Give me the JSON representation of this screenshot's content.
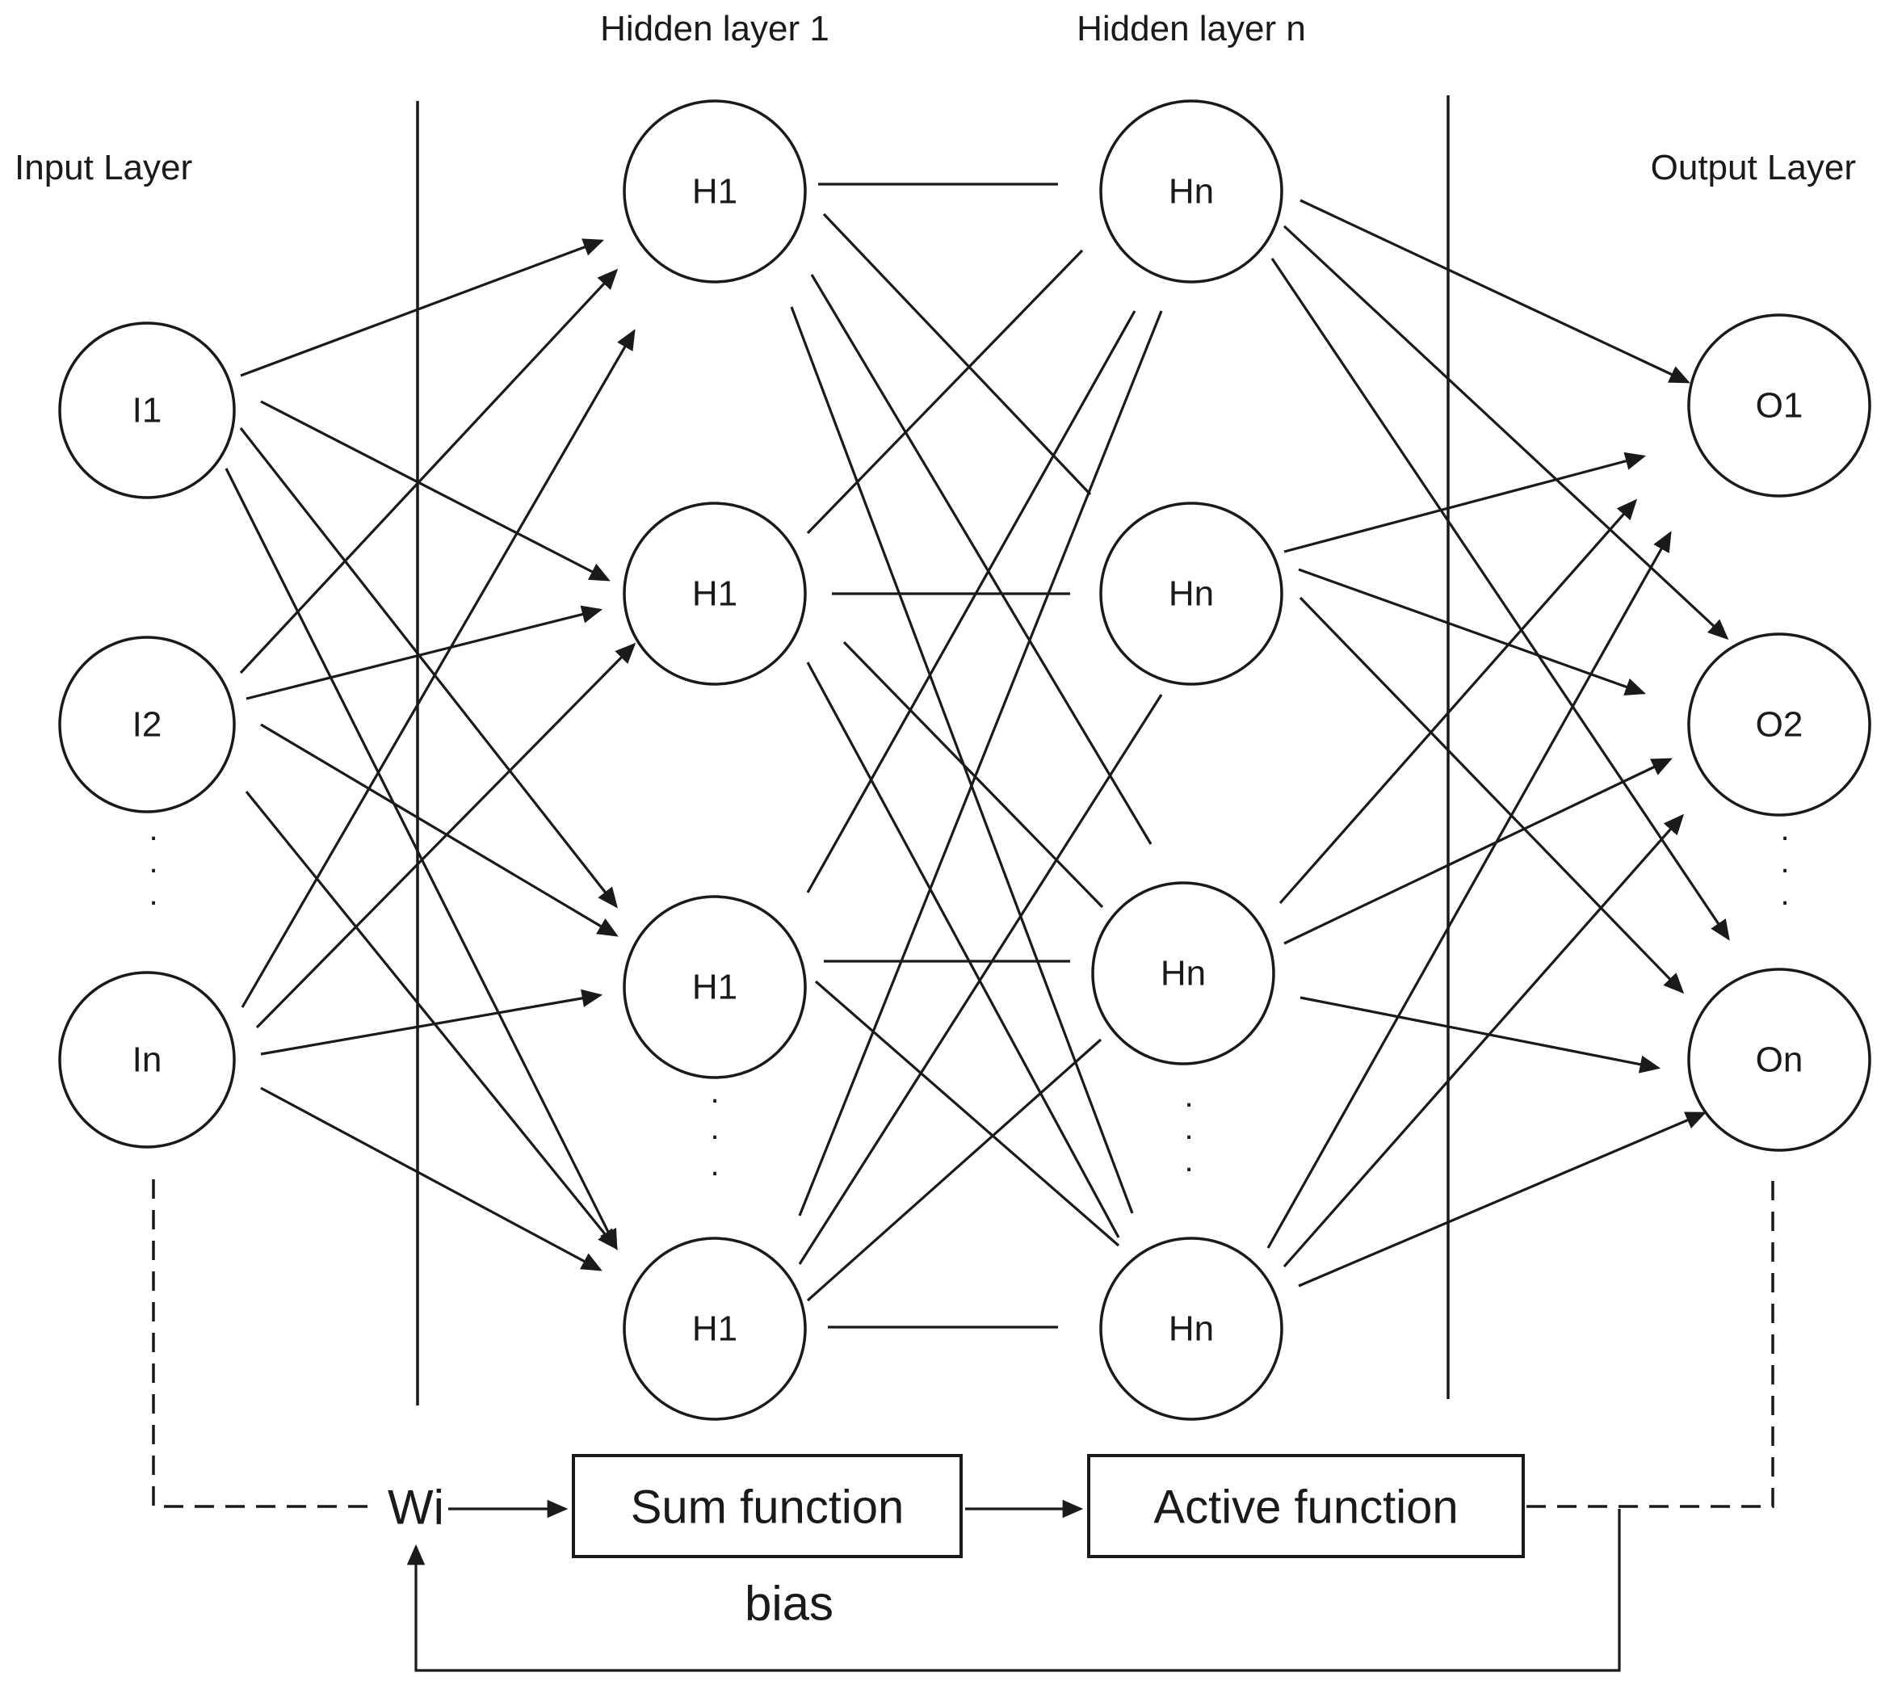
{
  "layers": {
    "input": "Input Layer",
    "hidden1": "Hidden layer 1",
    "hiddenn": "Hidden layer n",
    "output": "Output Layer"
  },
  "nodes": {
    "input": [
      "I1",
      "I2",
      "In"
    ],
    "hidden1": [
      "H1",
      "H1",
      "H1",
      "H1"
    ],
    "hiddenn": [
      "Hn",
      "Hn",
      "Hn",
      "Hn"
    ],
    "output": [
      "O1",
      "O2",
      "On"
    ]
  },
  "ellipsis": ".",
  "neuron": {
    "weight_label": "Wi",
    "sum_box": "Sum function",
    "active_box": "Active function",
    "bias_label": "bias"
  }
}
